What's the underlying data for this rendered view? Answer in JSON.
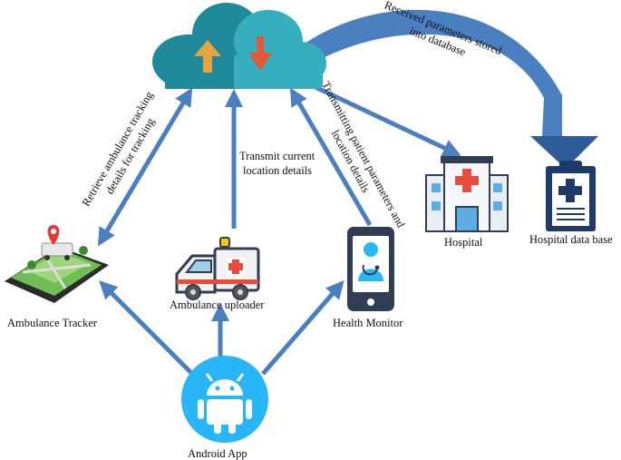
{
  "colors": {
    "arrow": "#4a7fc0",
    "arrow_dark": "#2f5d9a",
    "cloud_left": "#1f8a9c",
    "cloud_right": "#36aebd",
    "up_arrow": "#e8a33c",
    "down_arrow": "#e2583a",
    "android_circle": "#29b6f6",
    "hospital_cross": "#e74c3c",
    "phone_body": "#2f3d55"
  },
  "icons": {
    "cloud": "cloud-upload-download-icon",
    "hospital": "hospital-building-icon",
    "database": "clipboard-medical-icon",
    "tracker": "tablet-map-ambulance-icon",
    "ambulance": "ambulance-icon",
    "phone": "phone-doctor-icon",
    "android": "android-robot-icon"
  },
  "nodes": {
    "tracker": "Ambulance Tracker",
    "uploader": "Ambulance uploader",
    "monitor": "Health Monitor",
    "android": "Android App",
    "hospital": "Hospital",
    "database": "Hospital data base"
  },
  "edges": {
    "retrieve_line1": "Retrieve ambulance tracking",
    "retrieve_line2": "details for tracking",
    "transmit_line1": "Transmit current",
    "transmit_line2": "location details",
    "patient_line1": "Transmitting patient parameters and",
    "patient_line2": "location details",
    "stored_line1": "Received parameters  stored",
    "stored_line2": "into database"
  }
}
